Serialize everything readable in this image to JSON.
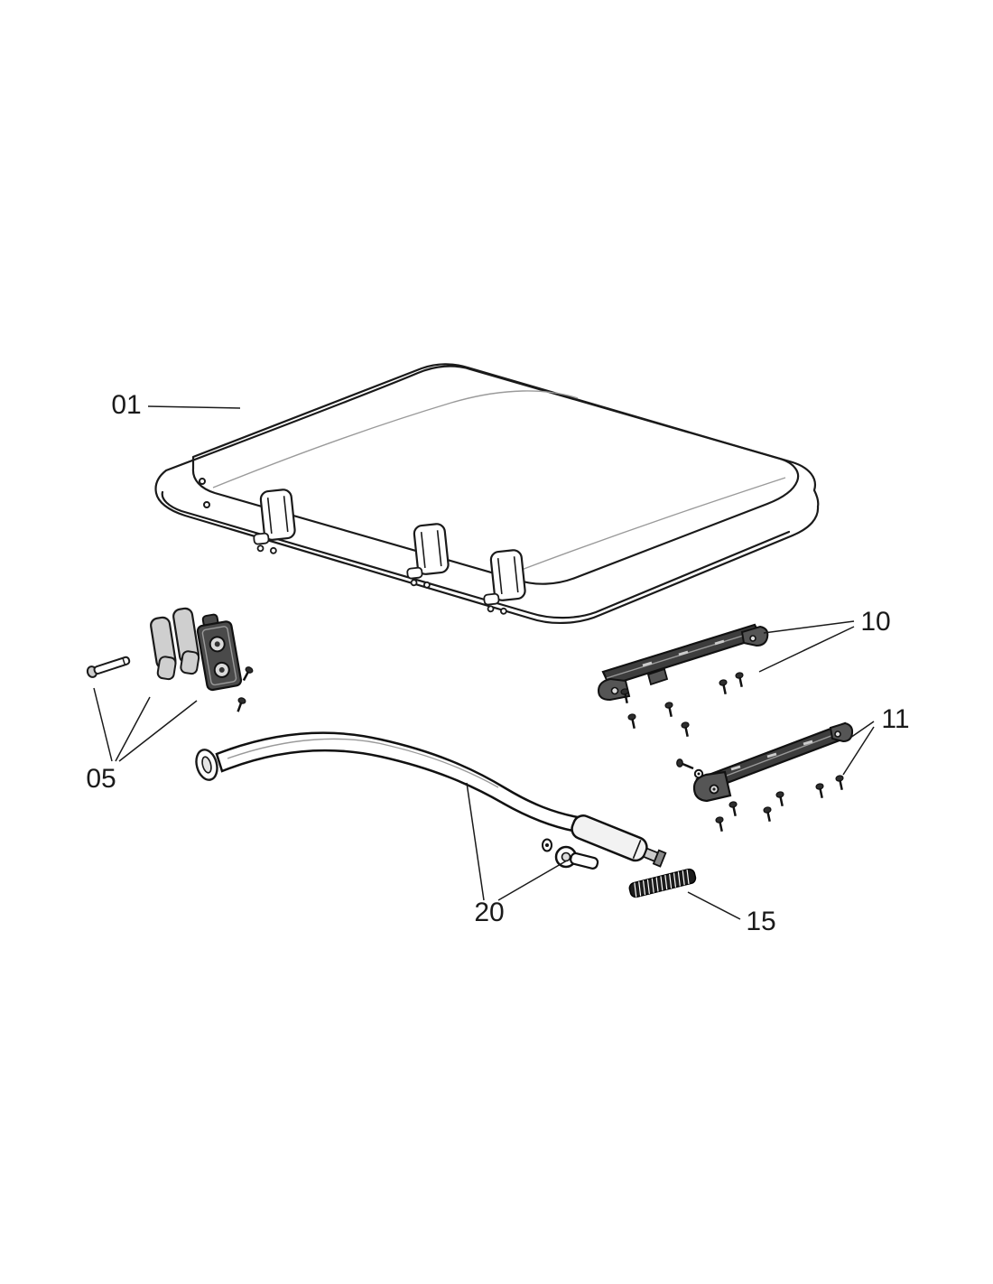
{
  "page": {
    "type": "exploded-parts-diagram",
    "background": "#ffffff"
  },
  "colors": {
    "line": "#1a1a1a",
    "dark_fill": "#3d3d3d",
    "mid_fill": "#555555",
    "light_fill": "#d9d9d9",
    "thread_fill": "#1c1c1c"
  },
  "diagram": {
    "callouts": {
      "part01": "01",
      "part05": "05",
      "part10": "10",
      "part11": "11",
      "part20": "20",
      "part15": "15"
    }
  }
}
